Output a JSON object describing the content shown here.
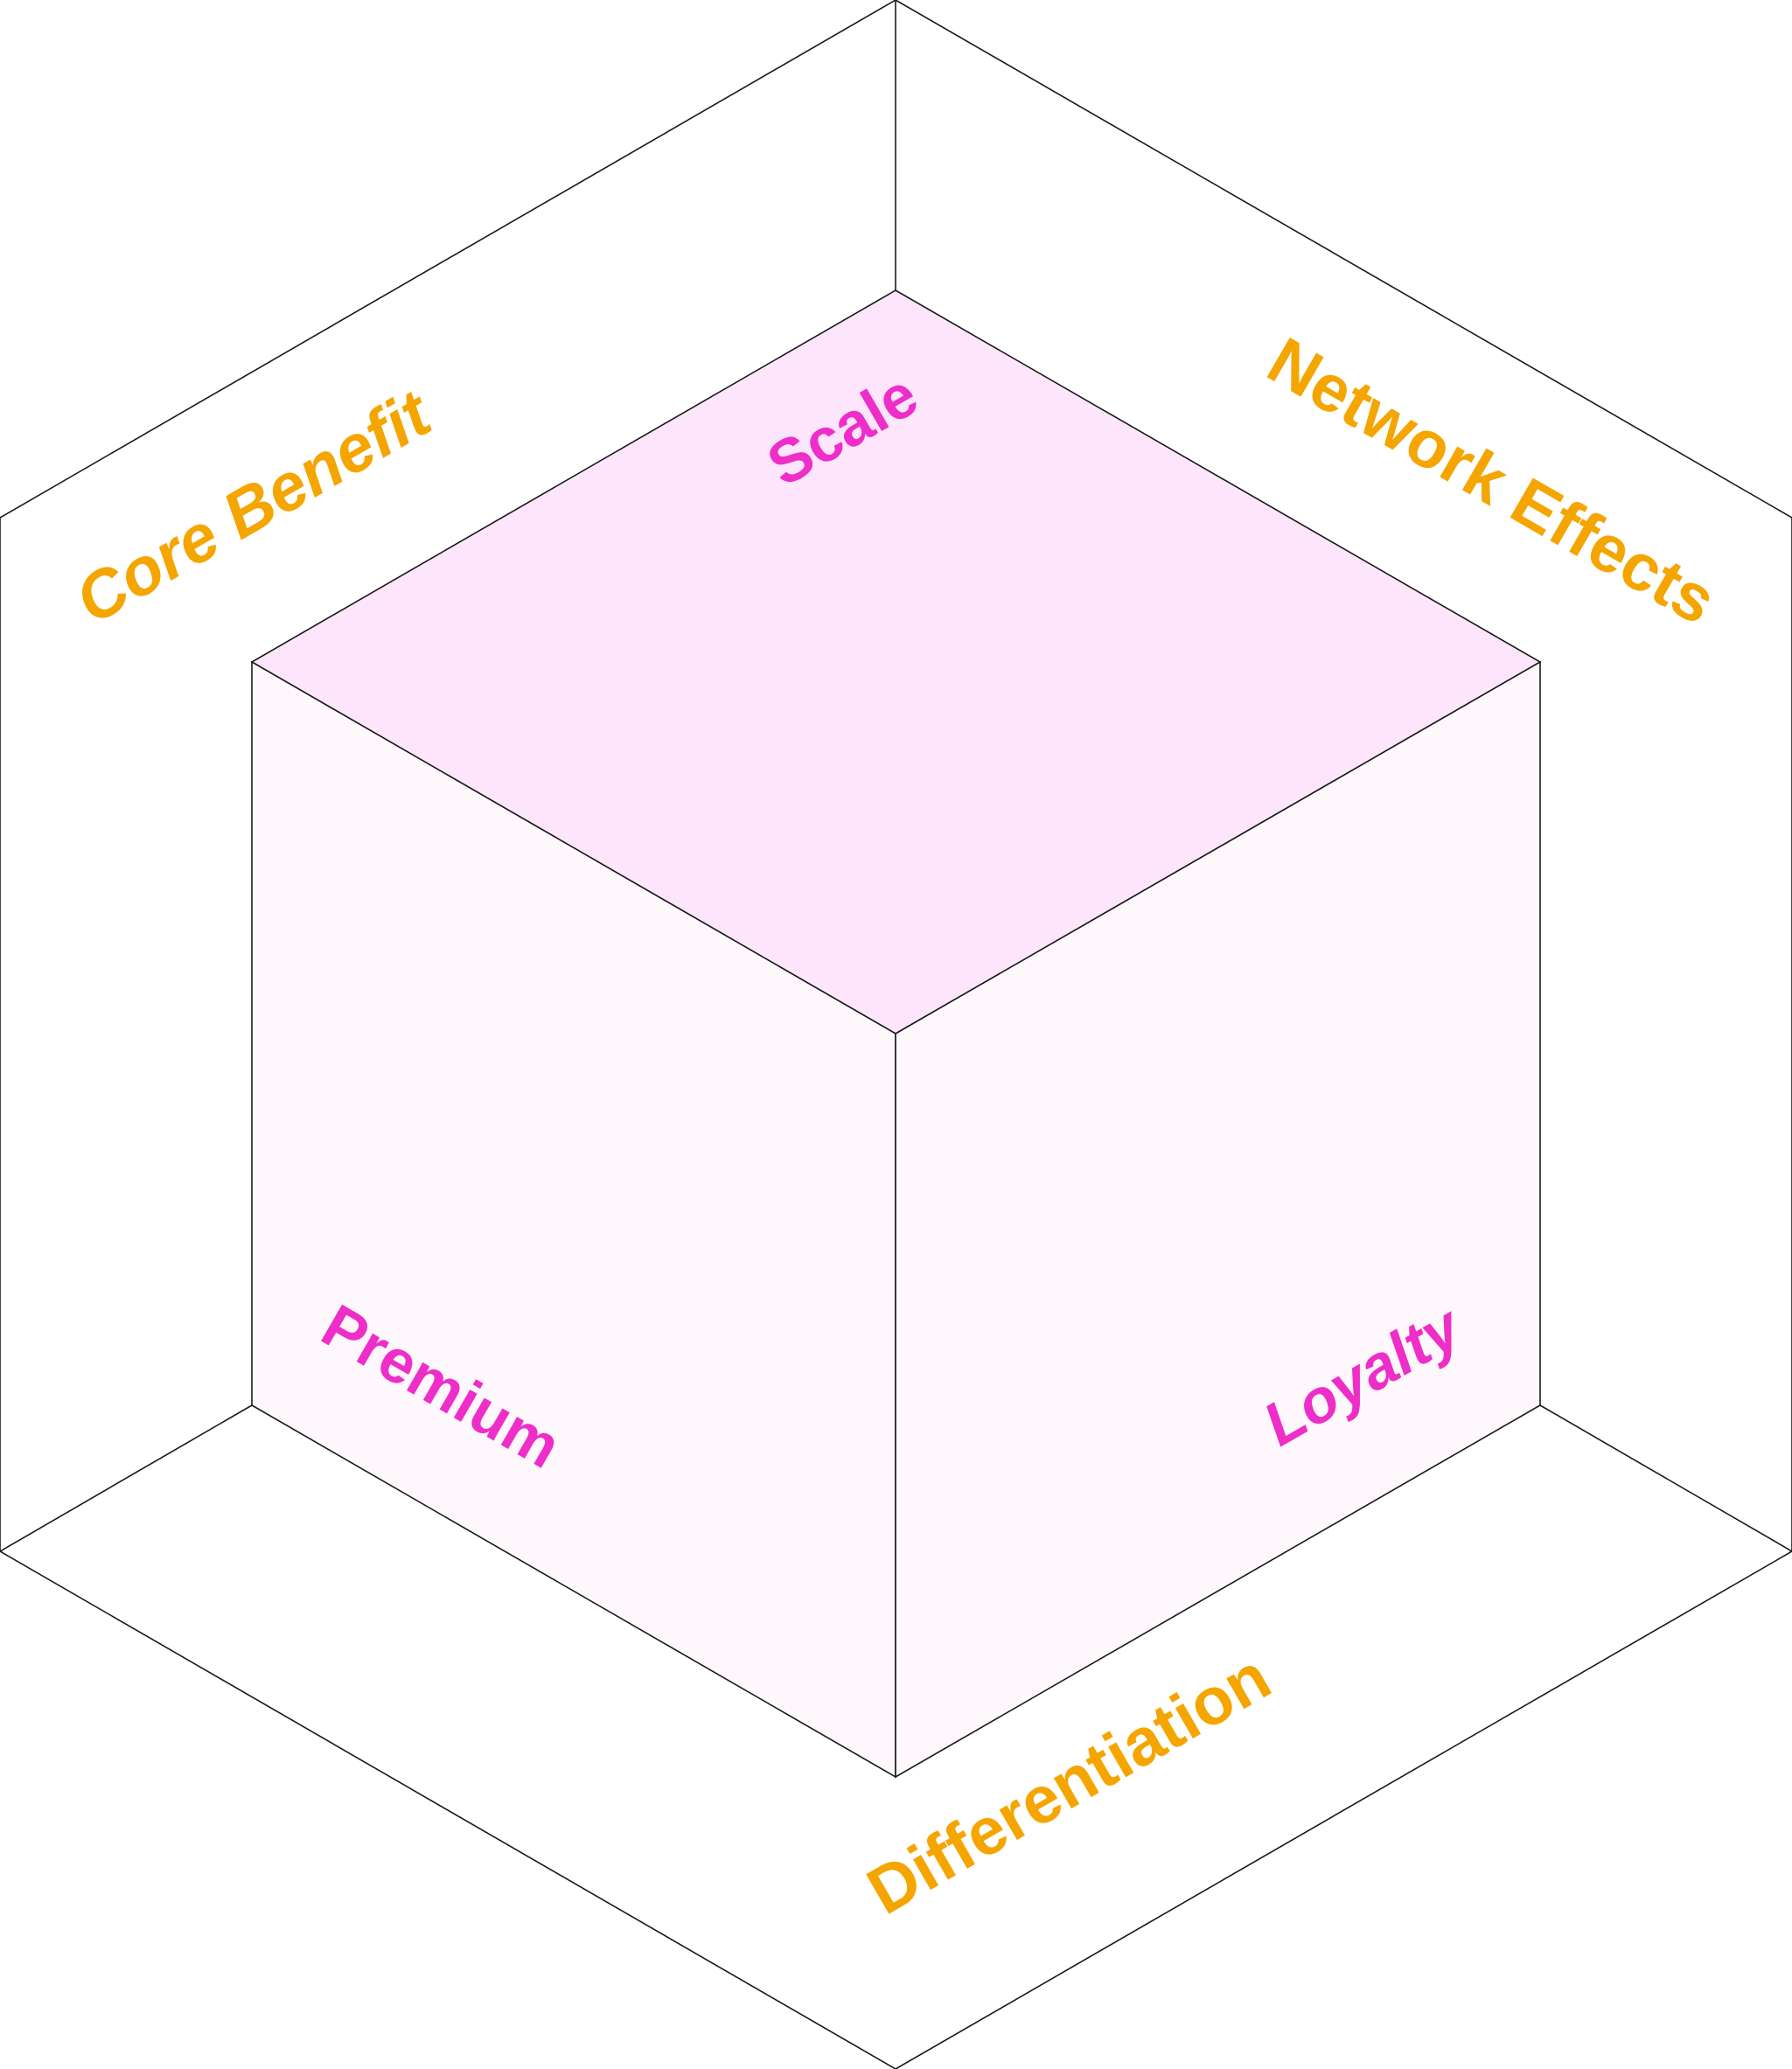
{
  "colors": {
    "background": "#ffffff",
    "line": "#1a1a1a",
    "outer_text": "#f5a500",
    "inner_text": "#ee2ec8",
    "cube_top": "#fde6fb",
    "cube_side": "#fef8fd"
  },
  "outer_labels": {
    "core_benefit": "Core Benefit",
    "network_effects": "Network Effects",
    "differentiation": "Differentiation"
  },
  "cube_labels": {
    "scale": "Scale",
    "premium": "Premium",
    "loyalty": "Loyalty"
  }
}
